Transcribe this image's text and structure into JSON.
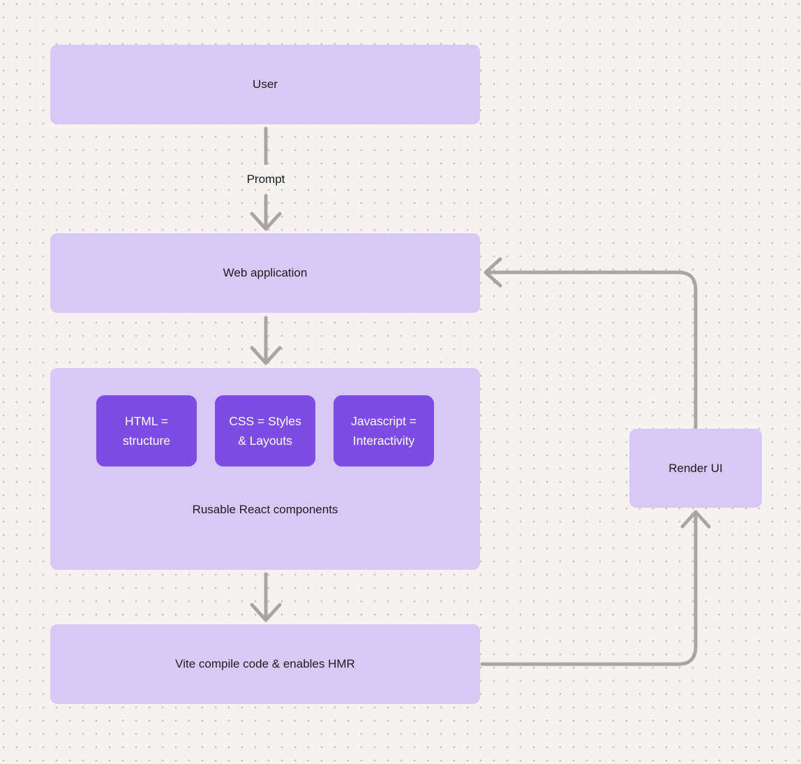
{
  "diagram": {
    "nodes": {
      "user": {
        "label": "User"
      },
      "web_application": {
        "label": "Web application"
      },
      "components_group": {
        "label": "Rusable React components",
        "chips": [
          {
            "label": "HTML =\nstructure"
          },
          {
            "label": "CSS = Styles\n& Layouts"
          },
          {
            "label": "Javascript =\nInteractivity"
          }
        ]
      },
      "vite": {
        "label": "Vite compile code & enables HMR"
      },
      "render_ui": {
        "label": "Render UI"
      }
    },
    "edge_labels": {
      "prompt": "Prompt"
    },
    "colors": {
      "canvas_background": "#f4f3f1",
      "canvas_dot": "#c6c3c1",
      "node_fill": "#d7c9f4",
      "chip_fill": "#7c4ce4",
      "chip_text": "#ffffff",
      "connector": "#a8a5a3",
      "text": "#1d1b20"
    }
  }
}
